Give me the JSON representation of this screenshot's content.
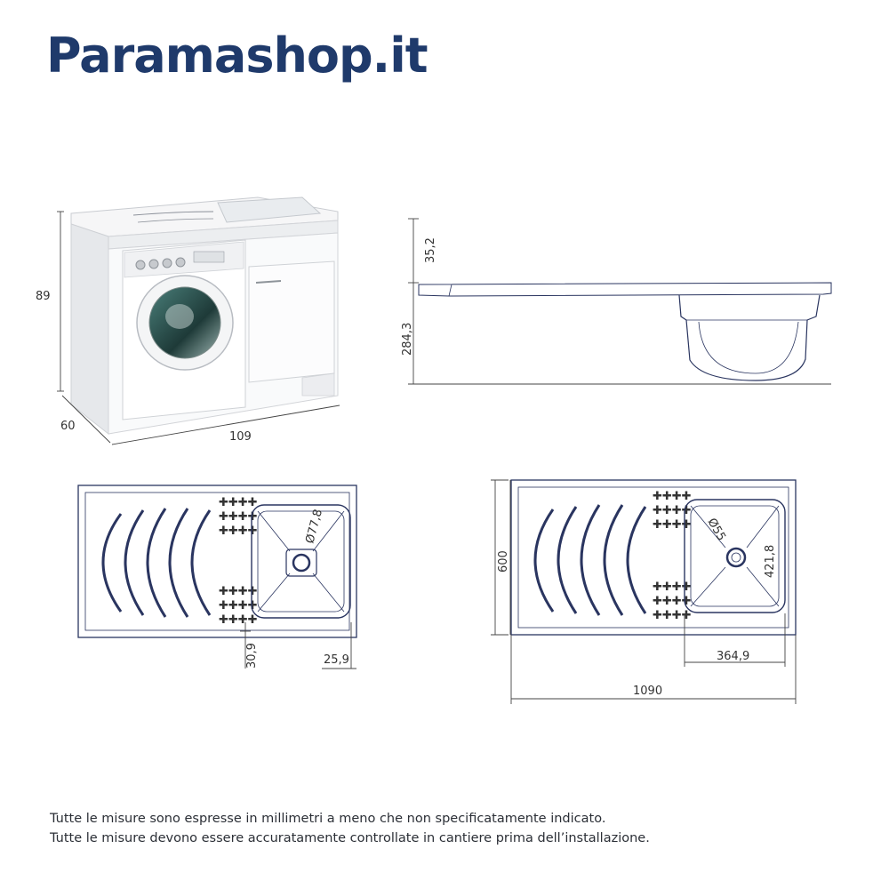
{
  "brand": {
    "name": "Paramashop.it",
    "color": "#1f3a6b"
  },
  "product_view": {
    "height_label": "89",
    "depth_label": "60",
    "width_label": "109"
  },
  "side_view": {
    "rim_label": "35,2",
    "basin_depth_label": "284,3"
  },
  "top_view_left": {
    "drain_label": "Ø77,8",
    "dim_left_label": "30,9",
    "dim_right_label": "25,9"
  },
  "top_view_right": {
    "drain_label": "Ø55",
    "basin_height_label": "421,8",
    "depth_label": "600",
    "basin_width_label": "364,9",
    "total_width_label": "1090"
  },
  "notes": {
    "line1": "Tutte le misure sono espresse in millimetri a meno che non specificatamente indicato.",
    "line2": "Tutte le misure devono essere accuratamente controllate in cantiere prima dell’installazione."
  },
  "colors": {
    "line": "#2a3560",
    "dimension": "#444444",
    "text": "#333333"
  }
}
